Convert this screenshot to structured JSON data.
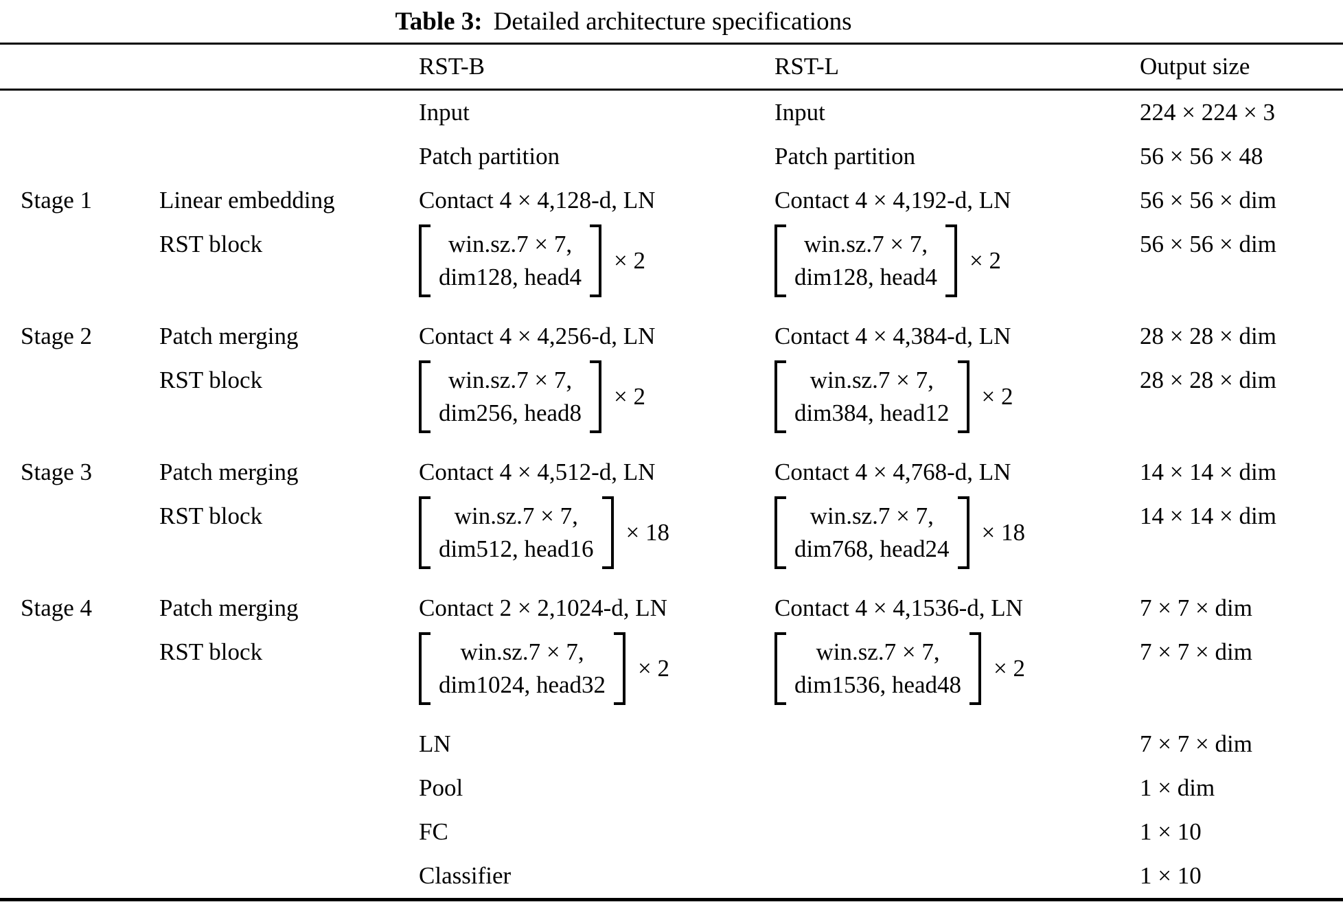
{
  "title": {
    "label": "Table 3:",
    "text": "Detailed architecture specifications"
  },
  "header": {
    "rstb": "RST-B",
    "rstl": "RST-L",
    "output": "Output size"
  },
  "rows": [
    {
      "stage": "",
      "op": "",
      "rstb": "Input",
      "rstl": "Input",
      "out": "224 × 224 × 3"
    },
    {
      "stage": "",
      "op": "",
      "rstb": "Patch partition",
      "rstl": "Patch partition",
      "out": "56 × 56 × 48"
    },
    {
      "stage": "Stage 1",
      "op": "Linear embedding",
      "rstb": "Contact 4 × 4,128-d, LN",
      "rstl": "Contact 4 × 4,192-d, LN",
      "out": "56 × 56 × dim"
    },
    {
      "stage": "",
      "op": "RST block",
      "rstb": {
        "l1": "win.sz.7 × 7,",
        "l2": "dim128, head4",
        "mult": "× 2"
      },
      "rstl": {
        "l1": "win.sz.7 × 7,",
        "l2": "dim128, head4",
        "mult": "× 2"
      },
      "out": "56 × 56 × dim"
    },
    {
      "stage": "Stage 2",
      "op": "Patch merging",
      "rstb": "Contact 4 × 4,256-d, LN",
      "rstl": "Contact 4 × 4,384-d, LN",
      "out": "28 × 28 × dim"
    },
    {
      "stage": "",
      "op": "RST block",
      "rstb": {
        "l1": "win.sz.7 × 7,",
        "l2": "dim256, head8",
        "mult": "× 2"
      },
      "rstl": {
        "l1": "win.sz.7 × 7,",
        "l2": "dim384, head12",
        "mult": "× 2"
      },
      "out": "28 × 28 × dim"
    },
    {
      "stage": "Stage 3",
      "op": "Patch merging",
      "rstb": "Contact 4 × 4,512-d, LN",
      "rstl": "Contact 4 × 4,768-d, LN",
      "out": "14 × 14 × dim"
    },
    {
      "stage": "",
      "op": "RST block",
      "rstb": {
        "l1": "win.sz.7 × 7,",
        "l2": "dim512, head16",
        "mult": "× 18"
      },
      "rstl": {
        "l1": "win.sz.7 × 7,",
        "l2": "dim768, head24",
        "mult": "× 18"
      },
      "out": "14 × 14 × dim"
    },
    {
      "stage": "Stage 4",
      "op": "Patch merging",
      "rstb": "Contact 2 × 2,1024-d, LN",
      "rstl": "Contact 4 × 4,1536-d, LN",
      "out": "7 × 7 × dim"
    },
    {
      "stage": "",
      "op": "RST block",
      "rstb": {
        "l1": "win.sz.7 × 7,",
        "l2": "dim1024, head32",
        "mult": "× 2"
      },
      "rstl": {
        "l1": "win.sz.7 × 7,",
        "l2": "dim1536, head48",
        "mult": "× 2"
      },
      "out": "7 × 7 × dim"
    },
    {
      "stage": "",
      "op": "",
      "rstb": "LN",
      "rstl": "",
      "out": "7 × 7 × dim"
    },
    {
      "stage": "",
      "op": "",
      "rstb": "Pool",
      "rstl": "",
      "out": "1 × dim"
    },
    {
      "stage": "",
      "op": "",
      "rstb": "FC",
      "rstl": "",
      "out": "1 × 10"
    },
    {
      "stage": "",
      "op": "",
      "rstb": "Classifier",
      "rstl": "",
      "out": "1 × 10"
    }
  ]
}
